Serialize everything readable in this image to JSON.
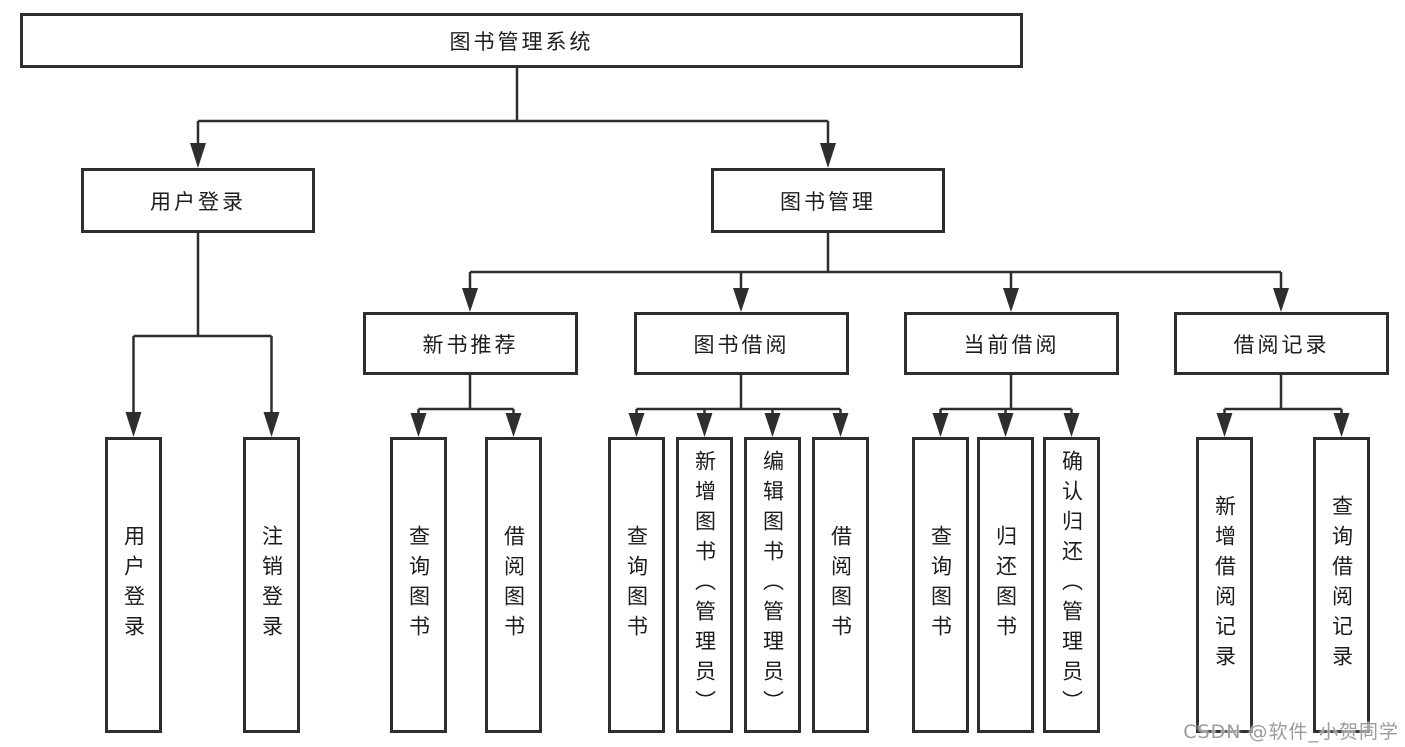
{
  "tree": {
    "root": {
      "label": "图书管理系统"
    },
    "branches": [
      {
        "label": "用户登录",
        "children": [
          {
            "label": "用户登录"
          },
          {
            "label": "注销登录"
          }
        ]
      },
      {
        "label": "图书管理",
        "children": [
          {
            "label": "新书推荐",
            "children": [
              {
                "label": "查询图书"
              },
              {
                "label": "借阅图书"
              }
            ]
          },
          {
            "label": "图书借阅",
            "children": [
              {
                "label": "查询图书"
              },
              {
                "label": "新增图书（管理员）"
              },
              {
                "label": "编辑图书（管理员）"
              },
              {
                "label": "借阅图书"
              }
            ]
          },
          {
            "label": "当前借阅",
            "children": [
              {
                "label": "查询图书"
              },
              {
                "label": "归还图书"
              },
              {
                "label": "确认归还（管理员）"
              }
            ]
          },
          {
            "label": "借阅记录",
            "children": [
              {
                "label": "新增借阅记录"
              },
              {
                "label": "查询借阅记录"
              }
            ]
          }
        ]
      }
    ]
  },
  "watermark": {
    "text": "CSDN @软件_小贺同学"
  },
  "colors": {
    "node_border": "#2e2e2e",
    "connector": "#2e2e2e",
    "node_text": "#1c1c1c",
    "watermark_text": "#9c9c9c",
    "background": "#ffffff"
  }
}
